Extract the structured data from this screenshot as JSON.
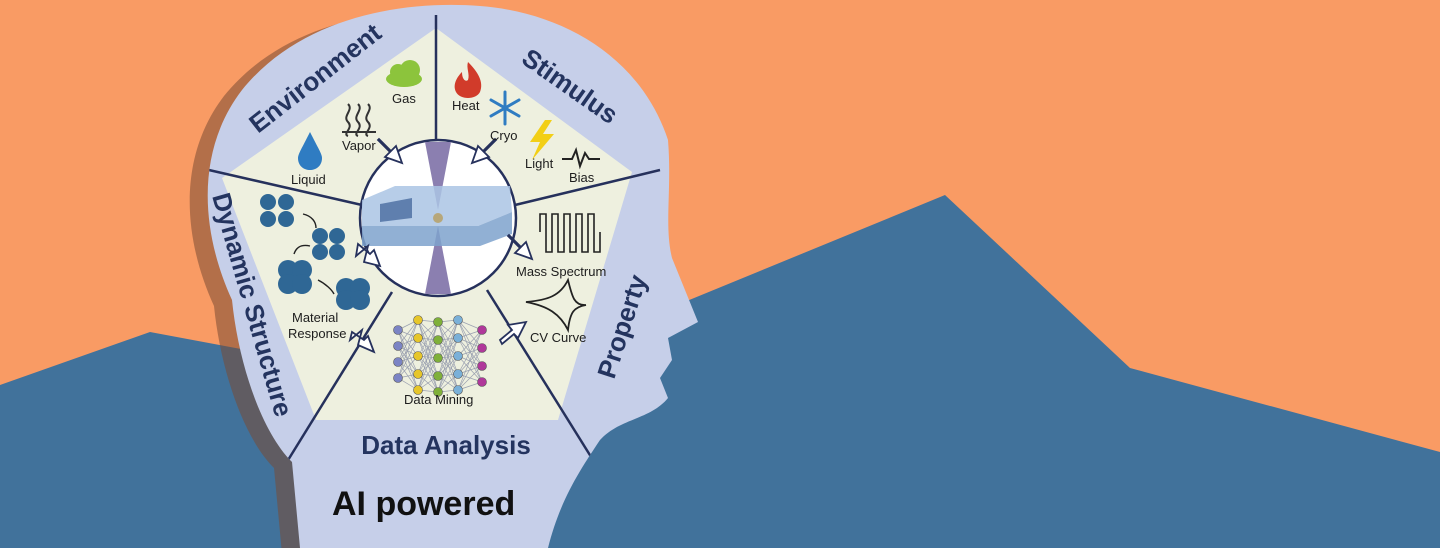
{
  "colors": {
    "background": "#f99b64",
    "mountains": "#41729b",
    "head": "#c6cfe9",
    "inner": "#eef0df",
    "text_dark": "#24345f",
    "lines": "#26315c"
  },
  "sections": {
    "environment": "Environment",
    "stimulus": "Stimulus",
    "property": "Property",
    "data_analysis": "Data Analysis",
    "dynamic_structure": "Dynamic Structure"
  },
  "items": {
    "gas": "Gas",
    "vapor": "Vapor",
    "liquid": "Liquid",
    "heat": "Heat",
    "cryo": "Cryo",
    "light": "Light",
    "bias": "Bias",
    "mass_spectrum": "Mass Spectrum",
    "cv_curve": "CV Curve",
    "data_mining": "Data Mining",
    "material_response_1": "Material",
    "material_response_2": "Response"
  },
  "footer": {
    "ai_powered": "AI powered"
  },
  "icons": [
    "cloud-icon",
    "vapor-icon",
    "droplet-icon",
    "flame-icon",
    "snowflake-icon",
    "lightning-icon",
    "pulse-icon",
    "mass-spectrum-icon",
    "cv-curve-icon",
    "neural-network-icon",
    "particles-icon",
    "microscope-holder-icon"
  ]
}
